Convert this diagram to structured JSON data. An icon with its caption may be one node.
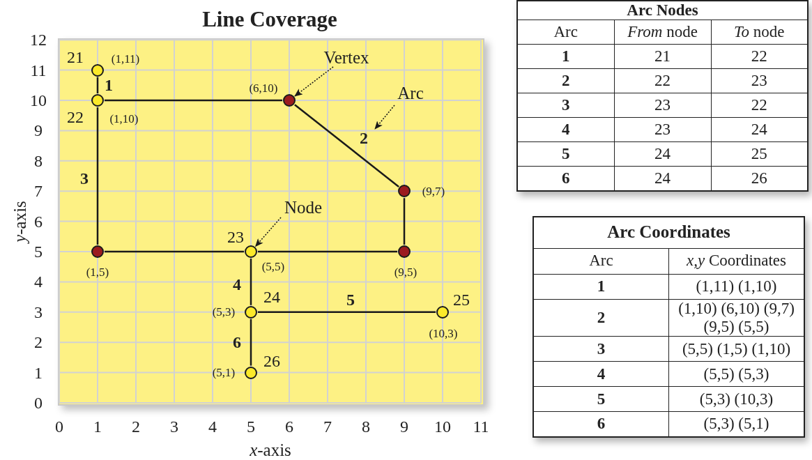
{
  "diagram": {
    "title": "Line Coverage",
    "nodes": [
      {
        "text": [],
        "shape": "circle",
        "beside": [
          "21",
          "(1,11)"
        ]
      },
      {
        "text": [],
        "shape": "circle",
        "beside": [
          "22",
          "(1,10)"
        ]
      },
      {
        "text": [],
        "shape": "circle",
        "beside": [
          "(6,10)"
        ]
      },
      {
        "text": [],
        "shape": "circle",
        "beside": [
          "(9,7)"
        ]
      },
      {
        "text": [],
        "shape": "circle",
        "beside": [
          "(1,5)"
        ]
      },
      {
        "text": [],
        "shape": "circle",
        "beside": [
          "23",
          "(5,5)"
        ]
      },
      {
        "text": [],
        "shape": "circle",
        "beside": [
          "(9,5)"
        ]
      },
      {
        "text": [],
        "shape": "circle",
        "beside": [
          "24",
          "(5,3)"
        ]
      },
      {
        "text": [],
        "shape": "circle",
        "beside": [
          "25",
          "(10,3)"
        ]
      },
      {
        "text": [],
        "shape": "circle",
        "beside": [
          "26",
          "(5,1)"
        ]
      },
      {
        "text": [
          "Vertex"
        ]
      },
      {
        "text": [
          "Arc"
        ]
      },
      {
        "text": [
          "Node"
        ]
      }
    ],
    "edges": [
      {
        "from": 0,
        "to": 1,
        "arrow": "none",
        "label": "1"
      },
      {
        "from": 1,
        "to": 2,
        "arrow": "none"
      },
      {
        "from": 2,
        "to": 3,
        "arrow": "none",
        "label": "2"
      },
      {
        "from": 3,
        "to": 6,
        "arrow": "none"
      },
      {
        "from": 6,
        "to": 5,
        "arrow": "none"
      },
      {
        "from": 5,
        "to": 4,
        "arrow": "none"
      },
      {
        "from": 4,
        "to": 1,
        "arrow": "none",
        "label": "3"
      },
      {
        "from": 5,
        "to": 7,
        "arrow": "none",
        "label": "4"
      },
      {
        "from": 7,
        "to": 8,
        "arrow": "none",
        "label": "5"
      },
      {
        "from": 7,
        "to": 9,
        "arrow": "none",
        "label": "6"
      },
      {
        "from": 10,
        "to": 2,
        "arrow": "to",
        "style": "dashed"
      },
      {
        "from": 11,
        "to": null,
        "arrow": "to",
        "style": "dashed"
      },
      {
        "from": 12,
        "to": 5,
        "arrow": "to",
        "style": "dashed"
      }
    ],
    "labels": [
      "12",
      "11",
      "10",
      "9",
      "8",
      "7",
      "6",
      "5",
      "4",
      "3",
      "2",
      "1",
      "0",
      "0",
      "1",
      "2",
      "3",
      "4",
      "5",
      "6",
      "7",
      "8",
      "9",
      "10",
      "11",
      "*x*-axis",
      "*y*-axis",
      "Arc Nodes",
      "Arc",
      "*From* node",
      "*To* node",
      "1",
      "21",
      "22",
      "2",
      "22",
      "23",
      "3",
      "23",
      "22",
      "4",
      "23",
      "24",
      "5",
      "24",
      "25",
      "6",
      "24",
      "26",
      "Arc Coordinates",
      "Arc",
      "*x,y* Coordinates",
      "1",
      "(1,11) (1,10)",
      "2",
      "(1,10) (6,10) (9,7) (9,5) (5,5)",
      "3",
      "(5,5) (1,5) (1,10)",
      "4",
      "(5,5) (5,3)",
      "5",
      "(5,3) (10,3)",
      "6",
      "(5,3) (5,1)"
    ]
  }
}
